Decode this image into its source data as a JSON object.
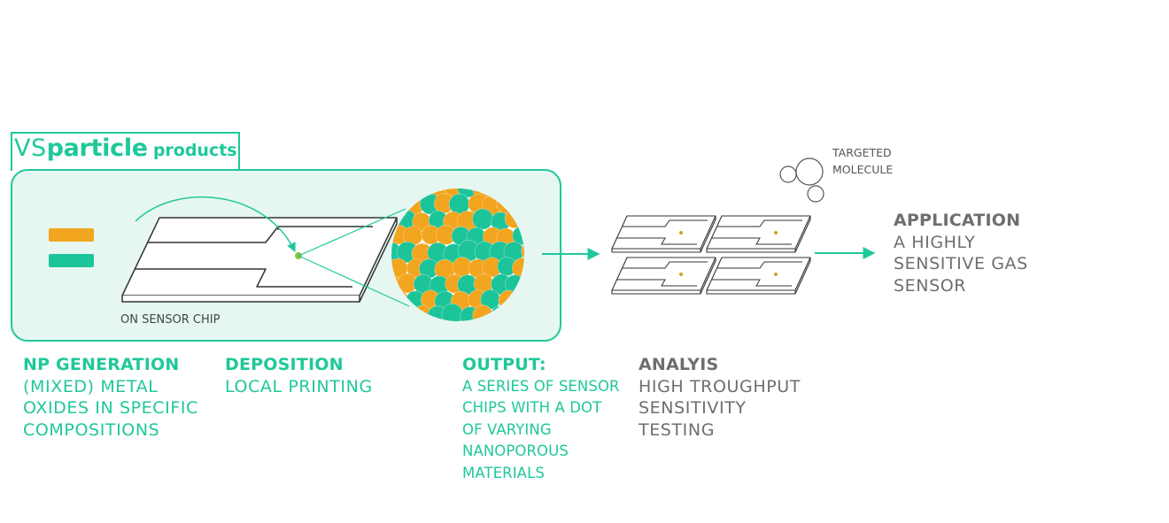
{
  "brand": {
    "vs": "VS",
    "particle": "particle",
    "products": "products"
  },
  "chip_label": "ON SENSOR CHIP",
  "molecule_label": [
    "TARGETED",
    "MOLECULE"
  ],
  "application": {
    "title": "APPLICATION",
    "lines": [
      "A HIGHLY",
      "SENSITIVE GAS",
      "SENSOR"
    ]
  },
  "steps": [
    {
      "title": "NP GENERATION",
      "lines": [
        "(MIXED) METAL",
        "OXIDES IN SPECIFIC",
        "COMPOSITIONS"
      ]
    },
    {
      "title": "DEPOSITION",
      "lines": [
        "LOCAL PRINTING"
      ]
    },
    {
      "title": "OUTPUT:",
      "lines": [
        "A SERIES OF SENSOR",
        "CHIPS WITH A DOT",
        "OF VARYING",
        "NANOPOROUS",
        "MATERIALS"
      ]
    },
    {
      "title": "ANALYIS",
      "lines": [
        "HIGH TROUGHPUT",
        "SENSITIVITY",
        "TESTING"
      ]
    }
  ],
  "colors": {
    "accent": "#1fc89a",
    "panel_fill": "#e6f7f1",
    "orange": "#f2a51e",
    "teal": "#1cc49a",
    "gray_text": "#6e6e6e"
  }
}
